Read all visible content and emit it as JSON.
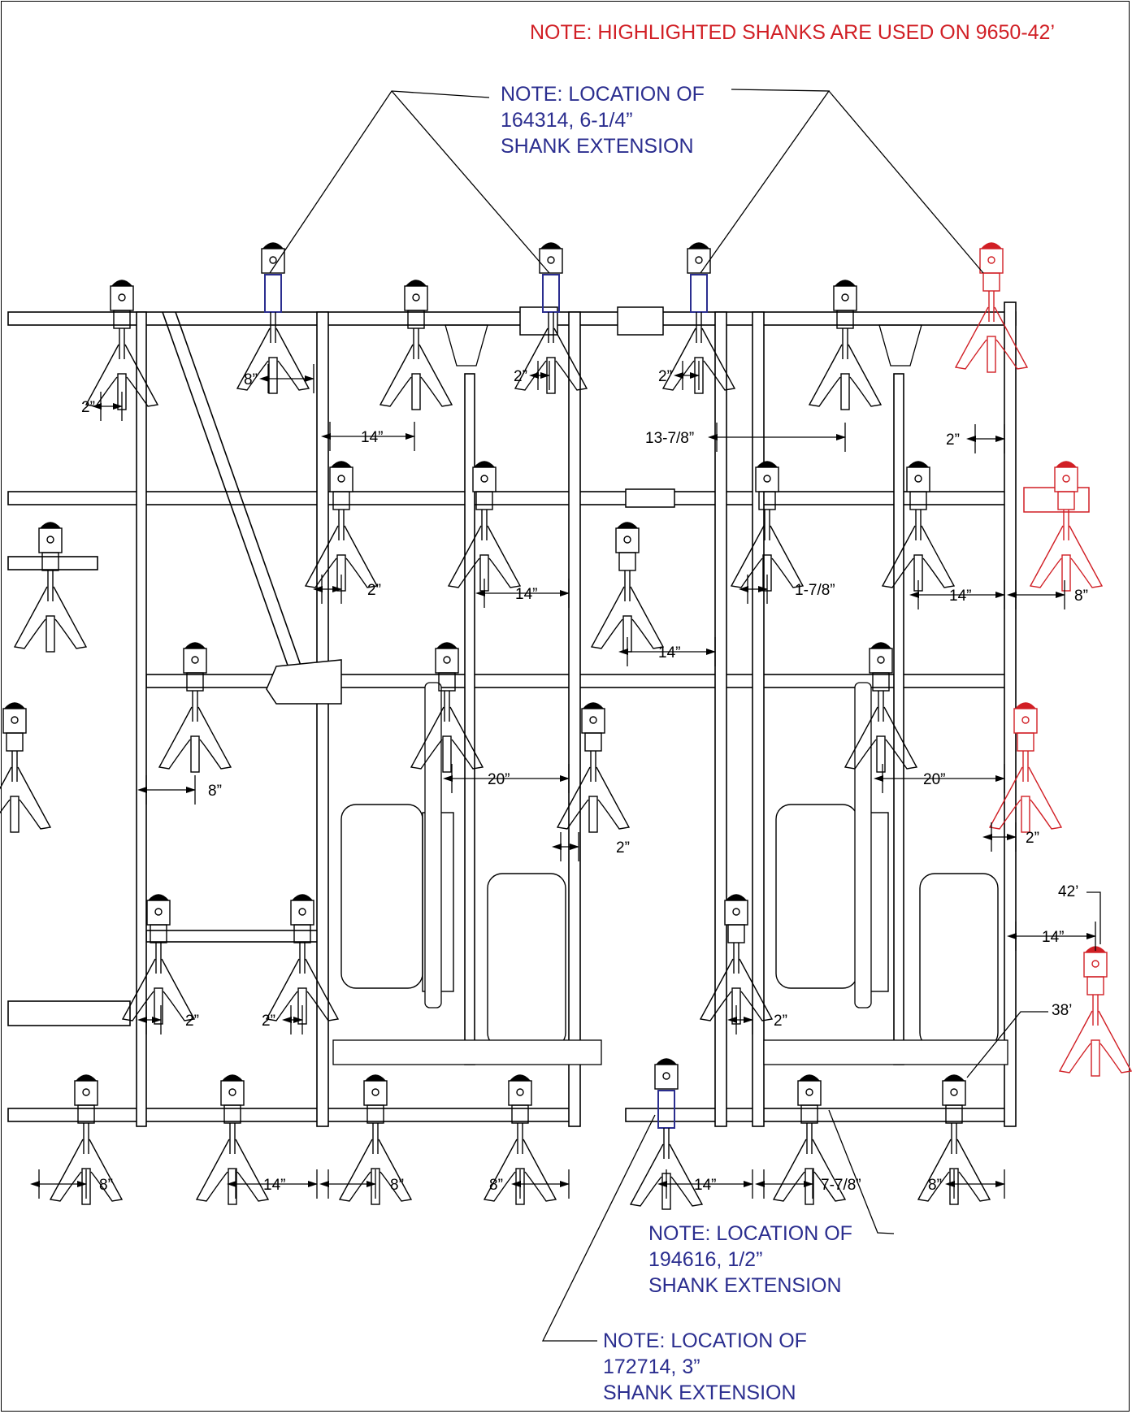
{
  "colors": {
    "blue": "#2b2e8f",
    "red": "#d11f25",
    "line": "#000000",
    "gray": "#444444"
  },
  "notes": {
    "highlighted": "NOTE: HIGHLIGHTED SHANKS ARE USED ON 9650-42’",
    "ext_164314": [
      "NOTE: LOCATION OF",
      "164314, 6-1/4”",
      "SHANK EXTENSION"
    ],
    "ext_194616": [
      "NOTE: LOCATION OF",
      "194616, 1/2”",
      "SHANK EXTENSION"
    ],
    "ext_172714": [
      "NOTE: LOCATION OF",
      "172714, 3”",
      "SHANK EXTENSION"
    ]
  },
  "labels": {
    "l42": "42’",
    "l38": "38’"
  },
  "dimensions": {
    "d1": "8”",
    "d2": "2”",
    "d3": "14”",
    "d4": "2”",
    "d5": "2”",
    "d6": "13-7/8”",
    "d7": "2”",
    "d8": "2”",
    "d9": "14”",
    "d10": "1-7/8”",
    "d11": "14”",
    "d12": "8”",
    "d13": "14”",
    "d14": "8”",
    "d15": "20”",
    "d16": "20”",
    "d17": "2”",
    "d18": "2”",
    "d19": "14”",
    "d20": "2”",
    "d21": "2”",
    "d22": "2”",
    "d23": "8”",
    "d24": "14”",
    "d25": "8”",
    "d26": "8”",
    "d27": "14”",
    "d28": "7-7/8”",
    "d29": "8”"
  }
}
